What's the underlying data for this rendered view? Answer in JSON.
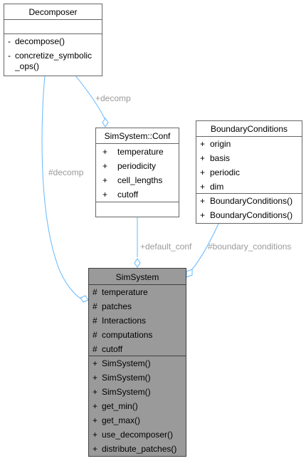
{
  "classes": {
    "decomposer": {
      "name": "Decomposer",
      "attributes": [],
      "methods": [
        {
          "vis": "-",
          "lines": [
            "decompose()"
          ]
        },
        {
          "vis": "-",
          "lines": [
            "concretize_symbolic",
            "_ops()"
          ]
        }
      ]
    },
    "conf": {
      "name": "SimSystem::Conf",
      "attributes": [
        {
          "vis": "+",
          "name": "temperature"
        },
        {
          "vis": "+",
          "name": "periodicity"
        },
        {
          "vis": "+",
          "name": "cell_lengths"
        },
        {
          "vis": "+",
          "name": "cutoff"
        }
      ],
      "methods": []
    },
    "boundary": {
      "name": "BoundaryConditions",
      "attributes": [
        {
          "vis": "+",
          "name": "origin"
        },
        {
          "vis": "+",
          "name": "basis"
        },
        {
          "vis": "+",
          "name": "periodic"
        },
        {
          "vis": "+",
          "name": "dim"
        }
      ],
      "methods": [
        {
          "vis": "+",
          "name": "BoundaryConditions()"
        },
        {
          "vis": "+",
          "name": "BoundaryConditions()"
        }
      ]
    },
    "simsystem": {
      "name": "SimSystem",
      "attributes": [
        {
          "vis": "#",
          "name": "temperature"
        },
        {
          "vis": "#",
          "name": "patches"
        },
        {
          "vis": "#",
          "name": "Interactions"
        },
        {
          "vis": "#",
          "name": "computations"
        },
        {
          "vis": "#",
          "name": "cutoff"
        }
      ],
      "methods": [
        {
          "vis": "+",
          "name": "SimSystem()"
        },
        {
          "vis": "+",
          "name": "SimSystem()"
        },
        {
          "vis": "+",
          "name": "SimSystem()"
        },
        {
          "vis": "+",
          "name": "get_min()"
        },
        {
          "vis": "+",
          "name": "get_max()"
        },
        {
          "vis": "+",
          "name": "use_decomposer()"
        },
        {
          "vis": "+",
          "name": "distribute_patches()"
        }
      ]
    }
  },
  "edge_labels": {
    "decomp_conf": "+decomp",
    "decomp_sim": "#decomp",
    "default_conf": "+default_conf",
    "boundary_conditions": "#boundary_conditions"
  },
  "colors": {
    "edge": "#63b8ff",
    "label": "#9a9a9a",
    "focus_fill": "#9a9a9a"
  }
}
